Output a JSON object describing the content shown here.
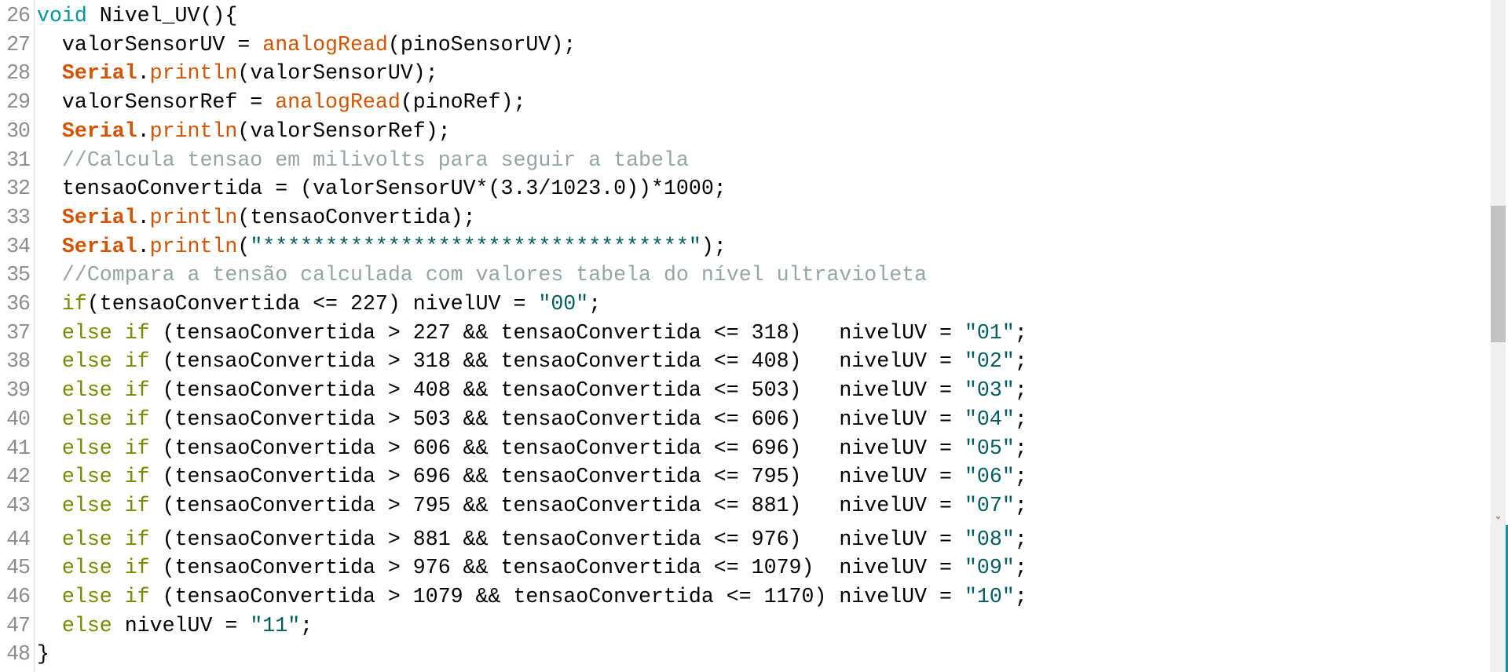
{
  "colors": {
    "keyword": "#728e00",
    "type": "#00979c",
    "class": "#d35400",
    "function": "#d35400",
    "string": "#005c5f",
    "comment": "#95a5a6"
  },
  "scrollbar": {
    "down_icon": "chevron-down-icon",
    "position_fraction": 0.39
  },
  "lines": [
    {
      "n": "26",
      "tokens": [
        [
          "type",
          "void"
        ],
        [
          "txt",
          " Nivel_UV(){"
        ]
      ]
    },
    {
      "n": "27",
      "tokens": [
        [
          "txt",
          "  valorSensorUV = "
        ],
        [
          "fn",
          "analogRead"
        ],
        [
          "txt",
          "(pinoSensorUV);"
        ]
      ]
    },
    {
      "n": "28",
      "tokens": [
        [
          "txt",
          "  "
        ],
        [
          "cls",
          "Serial"
        ],
        [
          "txt",
          "."
        ],
        [
          "fn",
          "println"
        ],
        [
          "txt",
          "(valorSensorUV);"
        ]
      ]
    },
    {
      "n": "29",
      "tokens": [
        [
          "txt",
          "  valorSensorRef = "
        ],
        [
          "fn",
          "analogRead"
        ],
        [
          "txt",
          "(pinoRef);"
        ]
      ]
    },
    {
      "n": "30",
      "tokens": [
        [
          "txt",
          "  "
        ],
        [
          "cls",
          "Serial"
        ],
        [
          "txt",
          "."
        ],
        [
          "fn",
          "println"
        ],
        [
          "txt",
          "(valorSensorRef);"
        ]
      ]
    },
    {
      "n": "31",
      "tokens": [
        [
          "txt",
          "  "
        ],
        [
          "cm",
          "//Calcula tensao em milivolts para seguir a tabela"
        ]
      ]
    },
    {
      "n": "32",
      "tokens": [
        [
          "txt",
          "  tensaoConvertida = (valorSensorUV*(3.3/1023.0))*1000;"
        ]
      ]
    },
    {
      "n": "33",
      "tokens": [
        [
          "txt",
          "  "
        ],
        [
          "cls",
          "Serial"
        ],
        [
          "txt",
          "."
        ],
        [
          "fn",
          "println"
        ],
        [
          "txt",
          "(tensaoConvertida);"
        ]
      ]
    },
    {
      "n": "34",
      "tokens": [
        [
          "txt",
          "  "
        ],
        [
          "cls",
          "Serial"
        ],
        [
          "txt",
          "."
        ],
        [
          "fn",
          "println"
        ],
        [
          "txt",
          "("
        ],
        [
          "str",
          "\"**********************************\""
        ],
        [
          "txt",
          ");"
        ]
      ]
    },
    {
      "n": "35",
      "tokens": [
        [
          "txt",
          "  "
        ],
        [
          "cm",
          "//Compara a tensão calculada com valores tabela do nível ultravioleta"
        ]
      ]
    },
    {
      "n": "36",
      "tokens": [
        [
          "txt",
          "  "
        ],
        [
          "kw",
          "if"
        ],
        [
          "txt",
          "(tensaoConvertida <= 227) nivelUV = "
        ],
        [
          "str",
          "\"00\""
        ],
        [
          "txt",
          ";"
        ]
      ]
    },
    {
      "n": "37",
      "tokens": [
        [
          "txt",
          "  "
        ],
        [
          "kw",
          "else if"
        ],
        [
          "txt",
          " (tensaoConvertida > 227 && tensaoConvertida <= 318)   nivelUV = "
        ],
        [
          "str",
          "\"01\""
        ],
        [
          "txt",
          ";"
        ]
      ]
    },
    {
      "n": "38",
      "tokens": [
        [
          "txt",
          "  "
        ],
        [
          "kw",
          "else if"
        ],
        [
          "txt",
          " (tensaoConvertida > 318 && tensaoConvertida <= 408)   nivelUV = "
        ],
        [
          "str",
          "\"02\""
        ],
        [
          "txt",
          ";"
        ]
      ]
    },
    {
      "n": "39",
      "tokens": [
        [
          "txt",
          "  "
        ],
        [
          "kw",
          "else if"
        ],
        [
          "txt",
          " (tensaoConvertida > 408 && tensaoConvertida <= 503)   nivelUV = "
        ],
        [
          "str",
          "\"03\""
        ],
        [
          "txt",
          ";"
        ]
      ]
    },
    {
      "n": "40",
      "tokens": [
        [
          "txt",
          "  "
        ],
        [
          "kw",
          "else if"
        ],
        [
          "txt",
          " (tensaoConvertida > 503 && tensaoConvertida <= 606)   nivelUV = "
        ],
        [
          "str",
          "\"04\""
        ],
        [
          "txt",
          ";"
        ]
      ]
    },
    {
      "n": "41",
      "tokens": [
        [
          "txt",
          "  "
        ],
        [
          "kw",
          "else if"
        ],
        [
          "txt",
          " (tensaoConvertida > 606 && tensaoConvertida <= 696)   nivelUV = "
        ],
        [
          "str",
          "\"05\""
        ],
        [
          "txt",
          ";"
        ]
      ]
    },
    {
      "n": "42",
      "tokens": [
        [
          "txt",
          "  "
        ],
        [
          "kw",
          "else if"
        ],
        [
          "txt",
          " (tensaoConvertida > 696 && tensaoConvertida <= 795)   nivelUV = "
        ],
        [
          "str",
          "\"06\""
        ],
        [
          "txt",
          ";"
        ]
      ]
    },
    {
      "n": "43",
      "tokens": [
        [
          "txt",
          "  "
        ],
        [
          "kw",
          "else if"
        ],
        [
          "txt",
          " (tensaoConvertida > 795 && tensaoConvertida <= 881)   nivelUV = "
        ],
        [
          "str",
          "\"07\""
        ],
        [
          "txt",
          ";"
        ]
      ]
    },
    {
      "n": "44",
      "tokens": [
        [
          "txt",
          "  "
        ],
        [
          "kw",
          "else if"
        ],
        [
          "txt",
          " (tensaoConvertida > 881 && tensaoConvertida <= 976)   nivelUV = "
        ],
        [
          "str",
          "\"08\""
        ],
        [
          "txt",
          ";"
        ]
      ]
    },
    {
      "n": "45",
      "tokens": [
        [
          "txt",
          "  "
        ],
        [
          "kw",
          "else if"
        ],
        [
          "txt",
          " (tensaoConvertida > 976 && tensaoConvertida <= 1079)  nivelUV = "
        ],
        [
          "str",
          "\"09\""
        ],
        [
          "txt",
          ";"
        ]
      ]
    },
    {
      "n": "46",
      "tokens": [
        [
          "txt",
          "  "
        ],
        [
          "kw",
          "else if"
        ],
        [
          "txt",
          " (tensaoConvertida > 1079 && tensaoConvertida <= 1170) nivelUV = "
        ],
        [
          "str",
          "\"10\""
        ],
        [
          "txt",
          ";"
        ]
      ]
    },
    {
      "n": "47",
      "tokens": [
        [
          "txt",
          "  "
        ],
        [
          "kw",
          "else"
        ],
        [
          "txt",
          " nivelUV = "
        ],
        [
          "str",
          "\"11\""
        ],
        [
          "txt",
          ";"
        ]
      ]
    },
    {
      "n": "48",
      "tokens": [
        [
          "txt",
          "}"
        ]
      ]
    }
  ]
}
